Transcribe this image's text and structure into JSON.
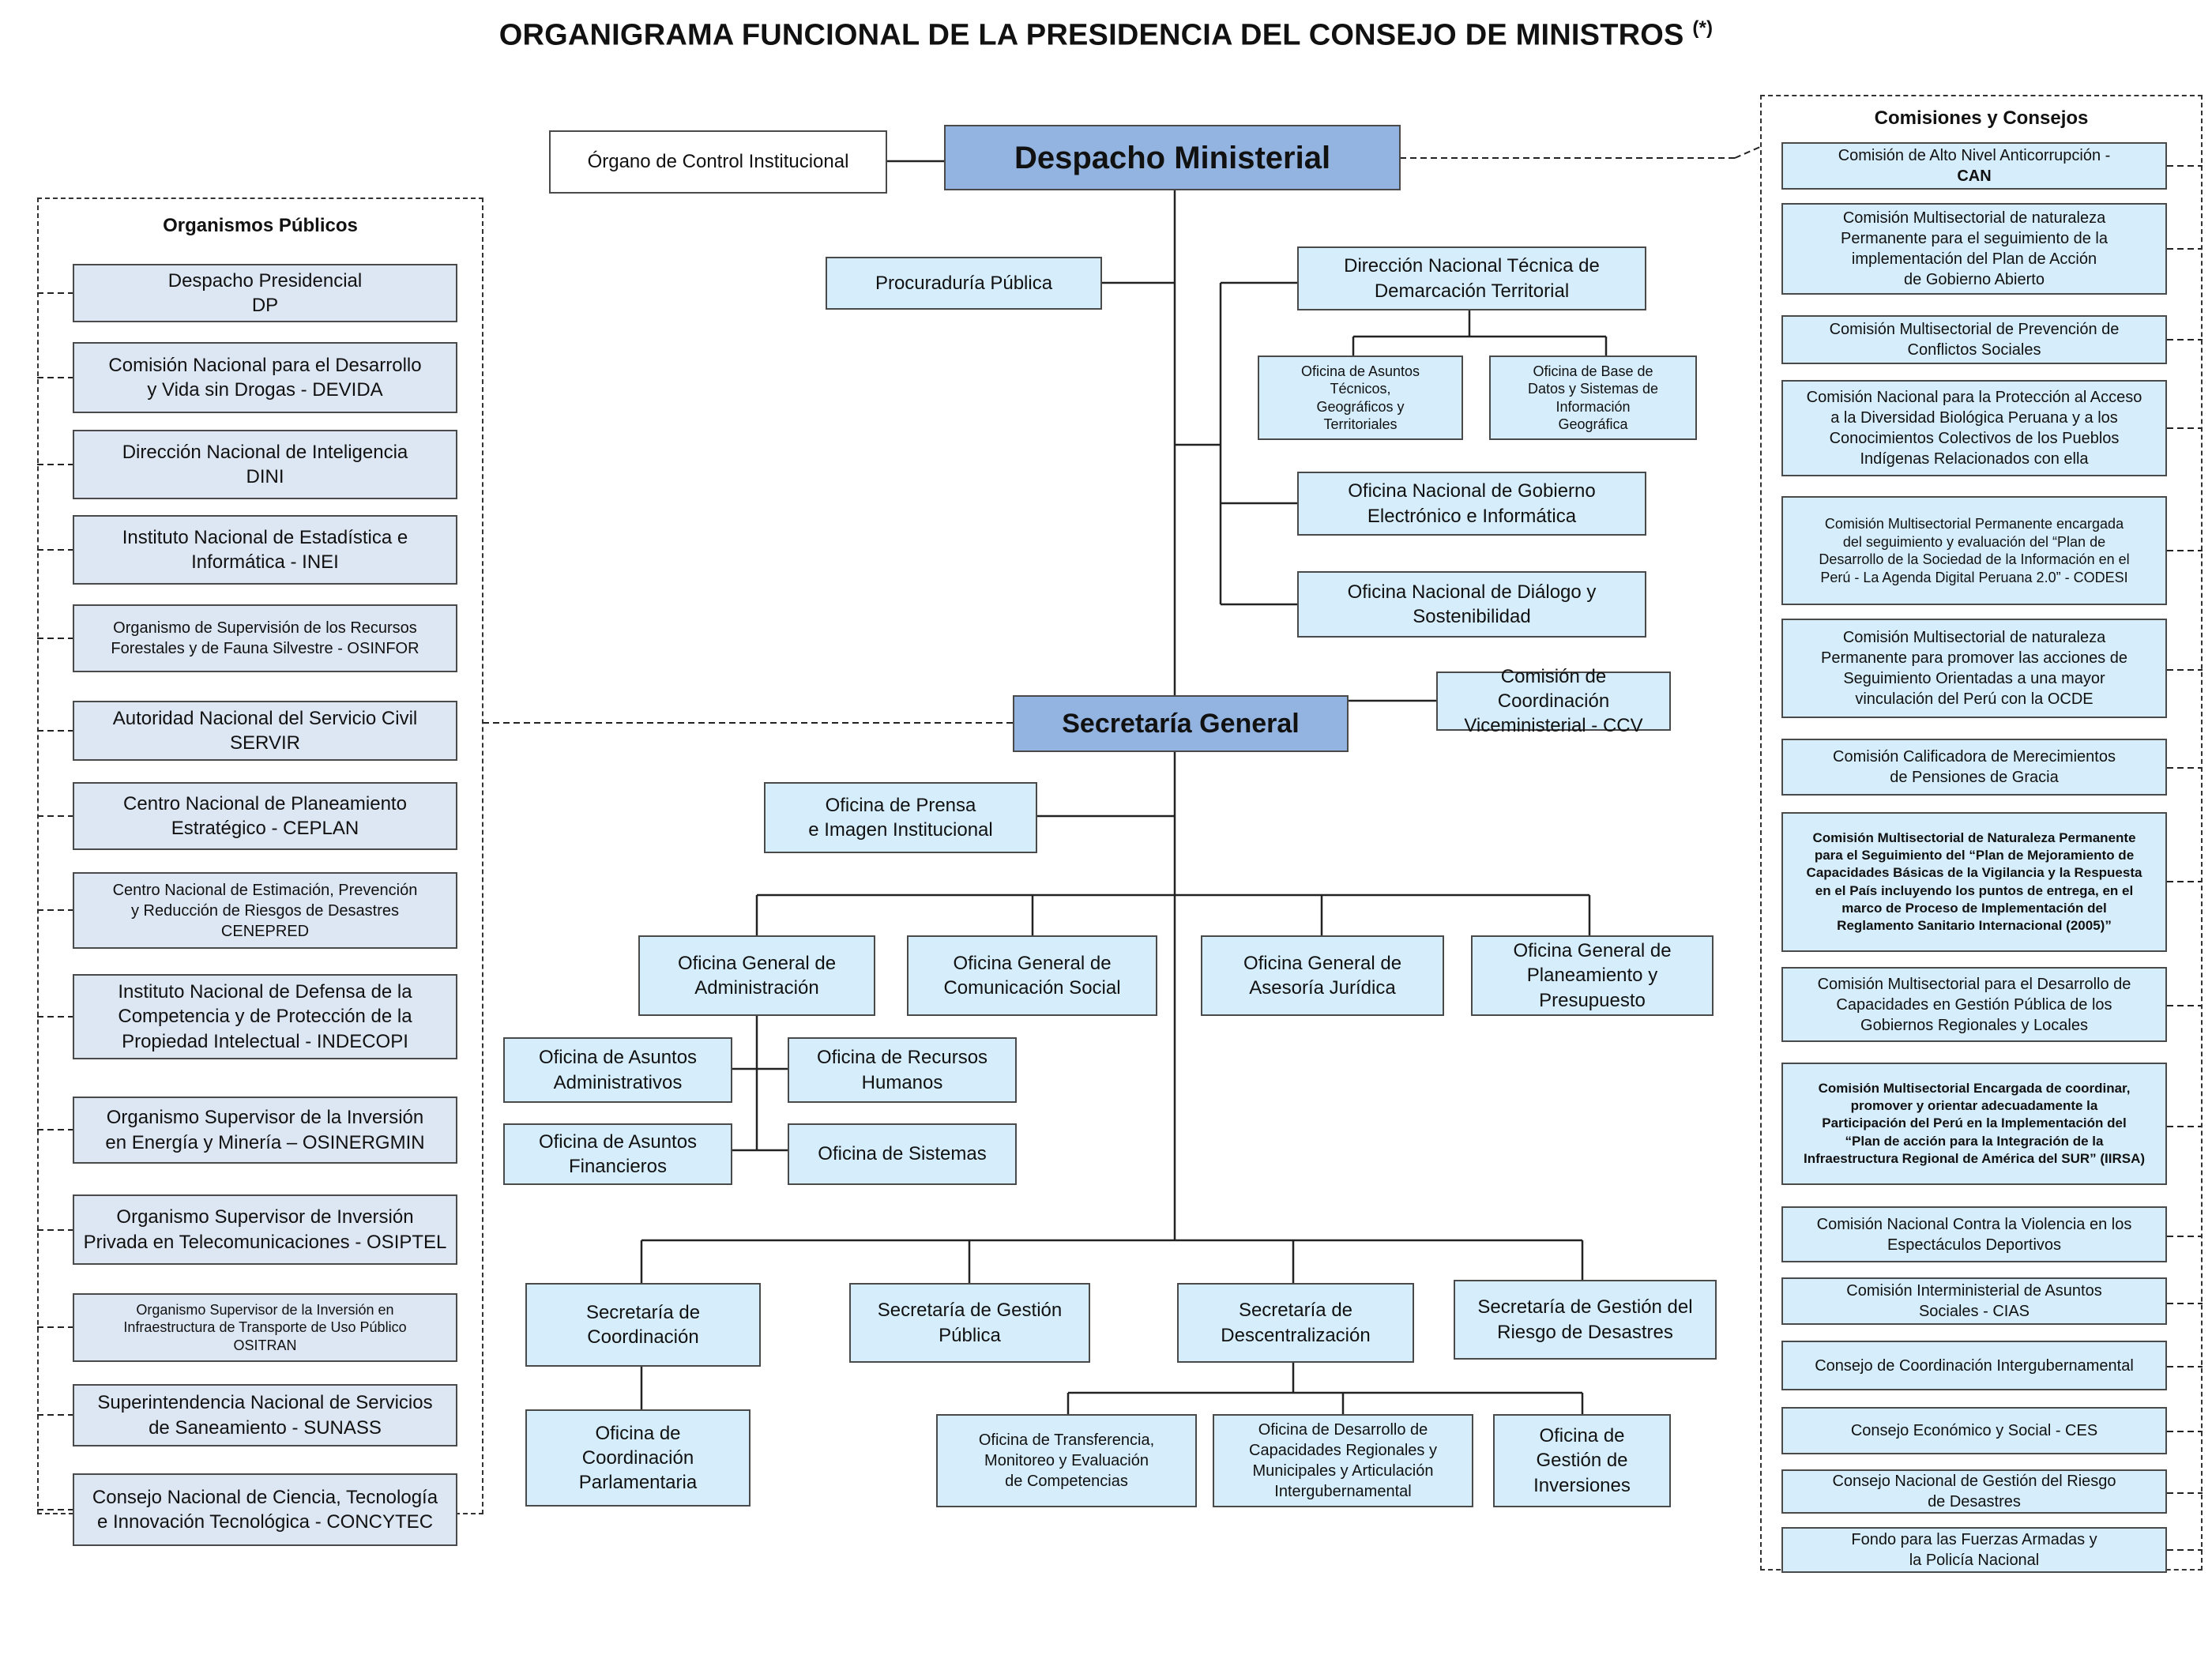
{
  "title": "ORGANIGRAMA FUNCIONAL DE LA PRESIDENCIA DEL CONSEJO DE MINISTROS",
  "title_mark": "(*)",
  "center": {
    "despacho": "Despacho Ministerial",
    "control": "Órgano de Control Institucional",
    "procuraduria": "Procuraduría  Pública",
    "dntdt": [
      "Dirección Nacional Técnica de",
      "Demarcación Territorial"
    ],
    "oatgt": [
      "Oficina de Asuntos",
      "Técnicos,",
      "Geográficos y",
      "Territoriales"
    ],
    "obdsig": [
      "Oficina de Base de",
      "Datos y Sistemas de",
      "Información",
      "Geográfica"
    ],
    "ongei": [
      "Oficina Nacional de Gobierno",
      "Electrónico e Informática"
    ],
    "onds": [
      "Oficina Nacional de Diálogo y",
      "Sostenibilidad"
    ],
    "secretaria_general": "Secretaría General",
    "ccv": [
      "Comisión de Coordinación",
      "Viceministerial - CCV"
    ],
    "prensa": [
      "Oficina de Prensa",
      "e Imagen Institucional"
    ],
    "oga": [
      "Oficina General de",
      "Administración"
    ],
    "ogcs": [
      "Oficina General de",
      "Comunicación Social"
    ],
    "ogaj": [
      "Oficina General de",
      "Asesoría Jurídica"
    ],
    "ogpp": [
      "Oficina General de",
      "Planeamiento y",
      "Presupuesto"
    ],
    "oaa": [
      "Oficina  de Asuntos",
      "Administrativos"
    ],
    "orh": [
      "Oficina de Recursos",
      "Humanos"
    ],
    "oaf": [
      "Oficina de Asuntos",
      "Financieros"
    ],
    "osis": "Oficina de Sistemas",
    "scoord": [
      "Secretaría de",
      "Coordinación"
    ],
    "sgp": [
      "Secretaría de Gestión",
      "Pública"
    ],
    "sd": [
      "Secretaría de",
      "Descentralización"
    ],
    "sgrd": [
      "Secretaría de Gestión del",
      "Riesgo de Desastres"
    ],
    "ocp": [
      "Oficina de",
      "Coordinación",
      "Parlamentaria"
    ],
    "otmec": [
      "Oficina de Transferencia,",
      "Monitoreo y Evaluación",
      "de Competencias"
    ],
    "odcr": [
      "Oficina de Desarrollo de",
      "Capacidades Regionales  y",
      "Municipales y Articulación",
      "Intergubernamental"
    ],
    "ogi": [
      "Oficina de",
      "Gestión de",
      "Inversiones"
    ]
  },
  "organismos": {
    "title": "Organismos Públicos",
    "items": [
      [
        "Despacho Presidencial",
        "DP"
      ],
      [
        "Comisión Nacional para el Desarrollo",
        "y Vida sin Drogas - DEVIDA"
      ],
      [
        "Dirección Nacional de Inteligencia",
        "DINI"
      ],
      [
        "Instituto Nacional de Estadística e",
        "Informática - INEI"
      ],
      [
        "Organismo de Supervisión de los Recursos",
        "Forestales  y de Fauna Silvestre - OSINFOR"
      ],
      [
        "Autoridad Nacional del Servicio Civil",
        "SERVIR"
      ],
      [
        "Centro Nacional de Planeamiento",
        "Estratégico - CEPLAN"
      ],
      [
        "Centro Nacional de Estimación, Prevención",
        "y Reducción de Riesgos de Desastres",
        "CENEPRED"
      ],
      [
        "Instituto Nacional de Defensa de la",
        "Competencia  y de Protección de la",
        "Propiedad Intelectual - INDECOPI"
      ],
      [
        "Organismo Supervisor de la Inversión",
        "en Energía y Minería – OSINERGMIN"
      ],
      [
        "Organismo Supervisor de Inversión",
        "Privada en Telecomunicaciones - OSIPTEL"
      ],
      [
        "Organismo Supervisor de la Inversión en",
        "Infraestructura de Transporte de Uso Público",
        "OSITRAN"
      ],
      [
        "Superintendencia Nacional de Servicios",
        "de Saneamiento - SUNASS"
      ],
      [
        "Consejo Nacional de Ciencia, Tecnología",
        "e Innovación Tecnológica - CONCYTEC"
      ]
    ]
  },
  "comisiones": {
    "title": "Comisiones y Consejos",
    "items": [
      [
        "Comisión de Alto Nivel Anticorrupción -",
        "CAN"
      ],
      [
        "Comisión Multisectorial  de naturaleza",
        "Permanente para el seguimiento de la",
        "implementación del Plan de Acción",
        "de Gobierno Abierto"
      ],
      [
        "Comisión Multisectorial de Prevención de",
        "Conflictos Sociales"
      ],
      [
        "Comisión Nacional para la Protección al Acceso",
        "a la Diversidad Biológica Peruana y a los",
        "Conocimientos Colectivos de los Pueblos",
        "Indígenas Relacionados con ella"
      ],
      [
        "Comisión Multisectorial Permanente encargada",
        "del seguimiento y evaluación del “Plan de",
        "Desarrollo de la Sociedad de la Información en el",
        "Perú - La Agenda Digital Peruana 2.0” - CODESI"
      ],
      [
        "Comisión Multisectorial de naturaleza",
        "Permanente para promover las acciones de",
        "Seguimiento Orientadas a una mayor",
        "vinculación del Perú con la OCDE"
      ],
      [
        "Comisión Calificadora de Merecimientos",
        "de Pensiones de Gracia"
      ],
      [
        "Comisión Multisectorial de Naturaleza Permanente",
        "para el Seguimiento del “Plan de Mejoramiento de",
        "Capacidades Básicas de la Vigilancia y la Respuesta",
        "en el País incluyendo los puntos de entrega, en el",
        "marco de Proceso de Implementación del",
        "Reglamento Sanitario Internacional (2005)”"
      ],
      [
        "Comisión Multisectorial para el Desarrollo de",
        "Capacidades en Gestión Pública de los",
        "Gobiernos Regionales y Locales"
      ],
      [
        "Comisión Multisectorial Encargada de coordinar,",
        "promover y orientar adecuadamente la",
        "Participación del Perú en la Implementación del",
        "“Plan de acción para la Integración de la",
        "Infraestructura Regional de América del SUR” (IIRSA)"
      ],
      [
        "Comisión Nacional Contra la Violencia en los",
        "Espectáculos Deportivos"
      ],
      [
        "Comisión Interministerial de Asuntos",
        "Sociales - CIAS"
      ],
      [
        "Consejo de Coordinación Intergubernamental"
      ],
      [
        "Consejo Económico y Social - CES"
      ],
      [
        "Consejo Nacional de Gestión del Riesgo",
        "de Desastres"
      ],
      [
        "Fondo para las Fuerzas Armadas y",
        "la  Policía Nacional"
      ]
    ]
  }
}
